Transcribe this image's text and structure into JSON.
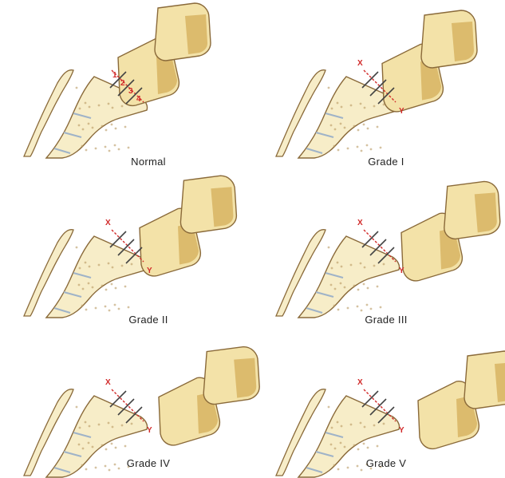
{
  "colors": {
    "bone_fill": "#f7edc8",
    "bone_stroke": "#8a6a3a",
    "vertebra_fill": "#f3e2a8",
    "vertebra_shade": "#c99a3c",
    "marker_red": "#d12a2a",
    "divider_gray": "#444444"
  },
  "panels": [
    {
      "label": "Normal",
      "slip": 0.0,
      "marks": {
        "x": "",
        "y": ""
      },
      "division_numbers": [
        "1",
        "2",
        "3",
        "4"
      ]
    },
    {
      "label": "Grade I",
      "slip": 0.25,
      "marks": {
        "x": "X",
        "y": "Y"
      },
      "division_numbers": []
    },
    {
      "label": "Grade II",
      "slip": 0.45,
      "marks": {
        "x": "X",
        "y": "Y"
      },
      "division_numbers": []
    },
    {
      "label": "Grade III",
      "slip": 0.65,
      "marks": {
        "x": "X",
        "y": "Y"
      },
      "division_numbers": []
    },
    {
      "label": "Grade IV",
      "slip": 0.85,
      "marks": {
        "x": "X",
        "y": "Y"
      },
      "division_numbers": []
    },
    {
      "label": "Grade V",
      "slip": 1.0,
      "marks": {
        "x": "X",
        "y": "Y"
      },
      "division_numbers": []
    }
  ]
}
